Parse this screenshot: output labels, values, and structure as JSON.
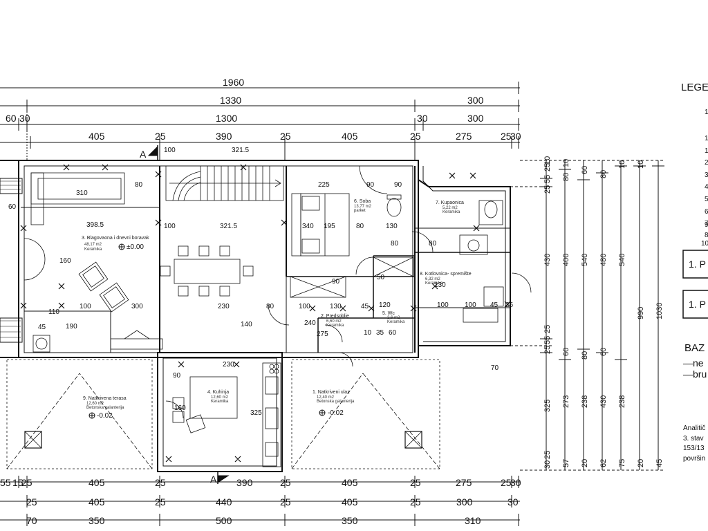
{
  "top_dims": {
    "row1": [
      "1960"
    ],
    "row2": [
      "1330",
      "300"
    ],
    "row3": [
      "60",
      "30",
      "1300",
      "30",
      "300"
    ],
    "row4": [
      "405",
      "25",
      "390",
      "25",
      "405",
      "25",
      "275",
      "25",
      "30"
    ]
  },
  "bottom_dims": {
    "row1": [
      "55",
      "15",
      "25",
      "405",
      "25",
      "390",
      "25",
      "405",
      "25",
      "275",
      "25",
      "30"
    ],
    "row2": [
      "25",
      "405",
      "25",
      "440",
      "25",
      "405",
      "25",
      "300",
      "30"
    ],
    "row3": [
      "70",
      "350",
      "500",
      "350",
      "310"
    ]
  },
  "right_dims": {
    "col1": [
      "25",
      "55",
      "25",
      "10",
      "430",
      "25",
      "55",
      "25",
      "325",
      "30",
      "25"
    ],
    "col2": [
      "10",
      "80",
      "400",
      "60",
      "273",
      "57"
    ],
    "col3": [
      "60",
      "540",
      "80",
      "238",
      "20"
    ],
    "col4": [
      "80",
      "480",
      "60",
      "430",
      "62"
    ],
    "col5": [
      "10",
      "540",
      "238",
      "75"
    ],
    "col6": [
      "990",
      "1030"
    ],
    "col7": [
      "10",
      "20",
      "45"
    ]
  },
  "section_markers": [
    "A",
    "A"
  ],
  "rooms": [
    {
      "label": "3. Blagovaona i dnevni boravak",
      "area": "48,17 m2",
      "floor": "Keramika",
      "level": "±0.00"
    },
    {
      "label": "6. Soba",
      "area": "13,77 m2",
      "floor": "parket"
    },
    {
      "label": "7. Kupaonica",
      "area": "5,22 m2",
      "floor": "Keramika"
    },
    {
      "label": "8. Kotlovnica- spremište",
      "area": "6,32 m2",
      "floor": "Keramika"
    },
    {
      "label": "2. Predsoblje",
      "area": "6,60 m2",
      "floor": "Keramika"
    },
    {
      "label": "5. Wc",
      "area": "2,6 m2",
      "floor": "Keramika"
    },
    {
      "label": "4. Kuhinja",
      "area": "12,60 m2",
      "floor": "Keramika"
    },
    {
      "label": "9. Natkrivena terasa",
      "area": "12,60 m2",
      "floor": "Betonska galanterija",
      "level": "-0.02"
    },
    {
      "label": "1. Natkriveni ulaz",
      "area": "12,40 m2",
      "floor": "Betonska galanterija",
      "level": "-0.02"
    }
  ],
  "interior_dims": [
    "310",
    "398.5",
    "100",
    "321.5",
    "225",
    "90",
    "90",
    "100",
    "321.5",
    "340",
    "195",
    "80",
    "130",
    "230",
    "300",
    "190",
    "100",
    "110",
    "45",
    "80",
    "100",
    "130",
    "45",
    "120",
    "240",
    "275",
    "10",
    "35",
    "60",
    "90",
    "160",
    "140",
    "100",
    "100",
    "45",
    "25",
    "230",
    "325",
    "80",
    "60",
    "80",
    "90",
    "130",
    "160",
    "80",
    "70",
    "50"
  ],
  "legend": {
    "title": "LEGE",
    "numbers": [
      "1",
      "1",
      "1",
      "2",
      "3",
      "4",
      "5",
      "6",
      "7",
      "8",
      "9",
      "10"
    ],
    "boxes": [
      "1. P",
      "1. P"
    ],
    "section_title": "BAZ",
    "lines": [
      "—ne",
      "—bru"
    ],
    "note": [
      "Analitič",
      "3. stav",
      "153/13",
      "površin"
    ]
  },
  "colors": {
    "line": "#111111",
    "paper": "#ffffff"
  }
}
